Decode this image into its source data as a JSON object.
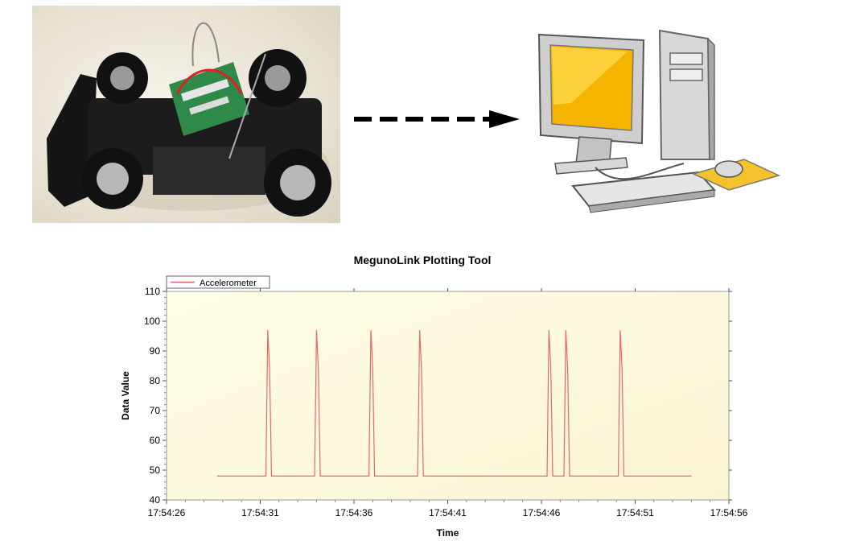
{
  "chart_data": {
    "type": "line",
    "title": "MegunoLink Plotting Tool",
    "xlabel": "Time",
    "ylabel": "Data Value",
    "ylim": [
      40,
      110
    ],
    "yticks": [
      40,
      50,
      60,
      70,
      80,
      90,
      100,
      110
    ],
    "xlim": [
      "17:54:26",
      "17:54:56"
    ],
    "xticks": [
      "17:54:26",
      "17:54:31",
      "17:54:36",
      "17:54:41",
      "17:54:46",
      "17:54:51",
      "17:54:56"
    ],
    "grid": false,
    "legend_position": "top-left",
    "colors": {
      "series": "#e8676a",
      "plot_bg_top": "#fffde8",
      "plot_bg_bottom": "#fbf5d4"
    },
    "series": [
      {
        "name": "Accelerometer",
        "x": [
          "17:54:28.7",
          "17:54:31.3",
          "17:54:31.4",
          "17:54:31.5",
          "17:54:31.6",
          "17:54:33.9",
          "17:54:34.0",
          "17:54:34.1",
          "17:54:34.2",
          "17:54:36.8",
          "17:54:36.9",
          "17:54:37.0",
          "17:54:37.1",
          "17:54:39.4",
          "17:54:39.5",
          "17:54:39.6",
          "17:54:39.7",
          "17:54:46.3",
          "17:54:46.4",
          "17:54:46.5",
          "17:54:46.6",
          "17:54:47.2",
          "17:54:47.3",
          "17:54:47.4",
          "17:54:47.5",
          "17:54:50.1",
          "17:54:50.2",
          "17:54:50.3",
          "17:54:50.4",
          "17:54:54.0"
        ],
        "y": [
          48,
          48,
          97,
          84,
          48,
          48,
          97,
          84,
          48,
          48,
          97,
          84,
          48,
          48,
          97,
          84,
          48,
          48,
          97,
          84,
          48,
          48,
          97,
          84,
          48,
          48,
          97,
          84,
          48,
          48
        ]
      }
    ]
  }
}
